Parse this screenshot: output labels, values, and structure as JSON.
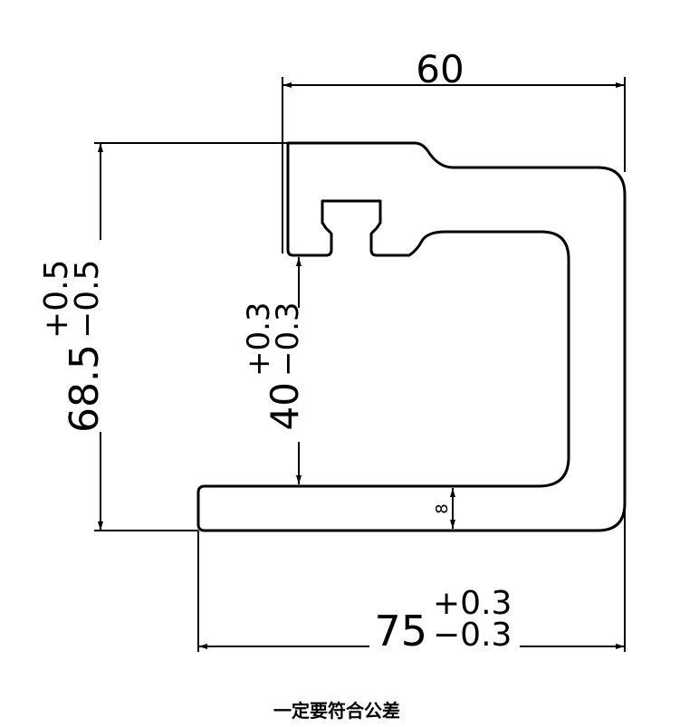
{
  "drawing": {
    "width_label": "60",
    "overall_width": {
      "nominal": "75",
      "upper_tol": "+0.3",
      "lower_tol": "−0.3"
    },
    "overall_height": {
      "nominal": "68.5",
      "upper_tol": "+0.5",
      "lower_tol": "−0.5"
    },
    "inner_height": {
      "nominal": "40",
      "upper_tol": "+0.3",
      "lower_tol": "−0.3"
    },
    "thickness_label": "8",
    "note": "一定要符合公差"
  }
}
